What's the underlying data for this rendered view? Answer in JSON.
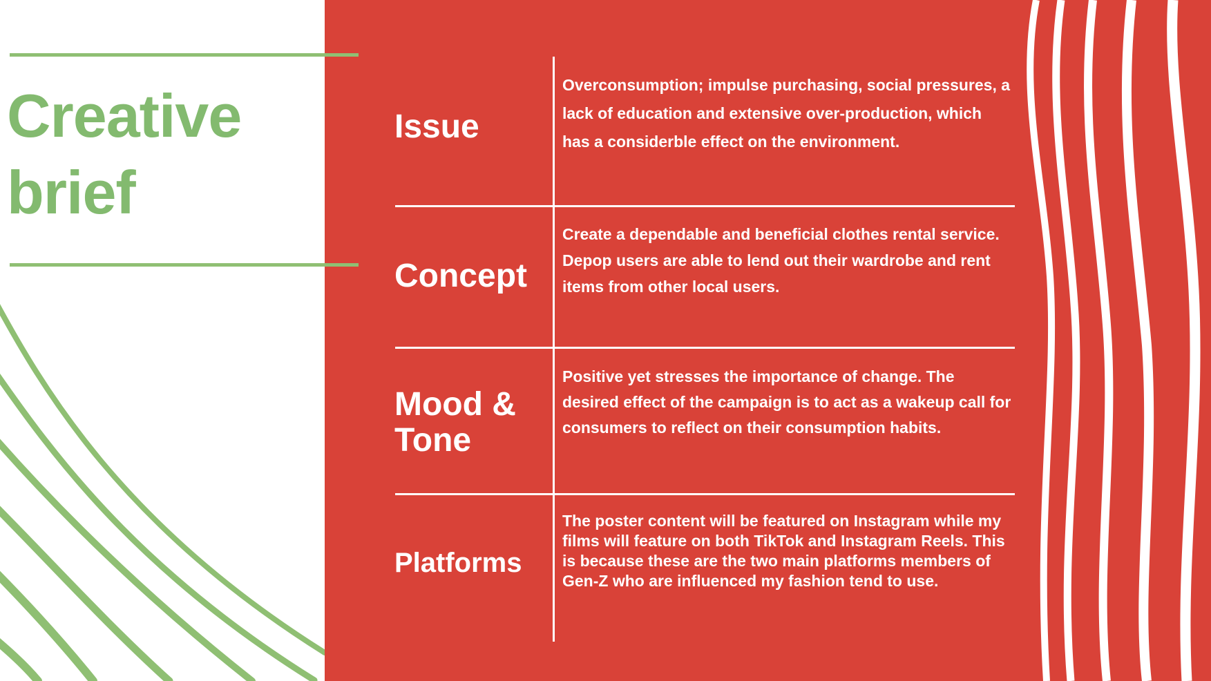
{
  "slide": {
    "title_line_1": "Creative",
    "title_line_2": "brief",
    "colors": {
      "accent_green": "#83ba6f",
      "panel_red": "#d94238",
      "background_white": "#ffffff"
    },
    "rows": [
      {
        "label": "Issue",
        "text": "Overconsumption; impulse purchasing, social pressures, a lack of education and extensive over-production, which has a considerble effect on the environment."
      },
      {
        "label": "Concept",
        "text": "Create a dependable and beneficial clothes rental service. Depop users are able to lend out their wardrobe and rent items from other local users."
      },
      {
        "label": "Mood & Tone",
        "text": "Positive yet stresses the importance of change. The desired effect of the campaign is to act as a wakeup call for consumers to reflect on their consumption habits."
      },
      {
        "label": "Platforms",
        "text": "The poster content will be featured on Instagram while my films will feature on both TikTok and Instagram Reels. This is because these are the two main platforms members of Gen-Z who are influenced my fashion tend to use."
      }
    ]
  }
}
